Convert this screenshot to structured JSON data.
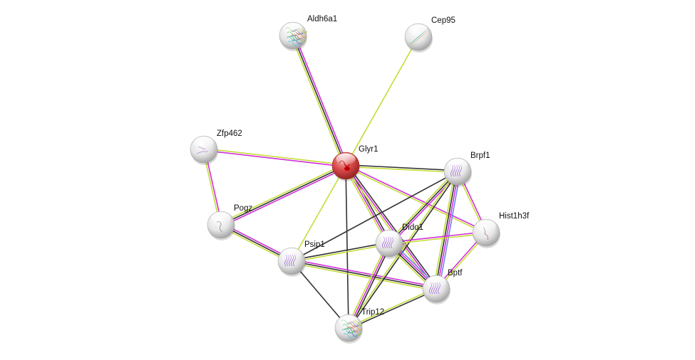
{
  "title": "Protein interaction network",
  "edge_colors": {
    "textmining": "#c6dc39",
    "coexpression": "#333333",
    "experiments": "#d22fd9",
    "databases": "#6e82f0"
  },
  "nodes": [
    {
      "id": "Aldh6a1",
      "label": "Aldh6a1",
      "color": "#e0e0e0",
      "query": false,
      "structure": "multicolor"
    },
    {
      "id": "Cep95",
      "label": "Cep95",
      "color": "#e0e0e0",
      "query": false,
      "structure": "helix-line"
    },
    {
      "id": "Zfp462",
      "label": "Zfp462",
      "color": "#e0e0e0",
      "query": false,
      "structure": "purple-line"
    },
    {
      "id": "Glyr1",
      "label": "Glyr1",
      "color": "#d43a3a",
      "query": true,
      "structure": "red"
    },
    {
      "id": "Brpf1",
      "label": "Brpf1",
      "color": "#e0e0e0",
      "query": false,
      "structure": "purple-helix"
    },
    {
      "id": "Pogz",
      "label": "Pogz",
      "color": "#e0e0e0",
      "query": false,
      "structure": "grey-line"
    },
    {
      "id": "Hist1h3f",
      "label": "Hist1h3f",
      "color": "#e0e0e0",
      "query": false,
      "structure": "brown-line"
    },
    {
      "id": "Dido1",
      "label": "Dido1",
      "color": "#e0e0e0",
      "query": false,
      "structure": "purple-fold"
    },
    {
      "id": "Psip1",
      "label": "Psip1",
      "color": "#e0e0e0",
      "query": false,
      "structure": "purple-helix"
    },
    {
      "id": "Bptf",
      "label": "Bptf",
      "color": "#e0e0e0",
      "query": false,
      "structure": "purple-helix"
    },
    {
      "id": "Trip12",
      "label": "Trip12",
      "color": "#e0e0e0",
      "query": false,
      "structure": "multicolor"
    }
  ],
  "edges": [
    {
      "source": "Glyr1",
      "target": "Aldh6a1",
      "evidence": [
        "textmining",
        "coexpression",
        "experiments"
      ]
    },
    {
      "source": "Glyr1",
      "target": "Cep95",
      "evidence": [
        "textmining"
      ]
    },
    {
      "source": "Glyr1",
      "target": "Zfp462",
      "evidence": [
        "experiments",
        "textmining"
      ]
    },
    {
      "source": "Glyr1",
      "target": "Pogz",
      "evidence": [
        "experiments",
        "coexpression",
        "textmining"
      ]
    },
    {
      "source": "Glyr1",
      "target": "Brpf1",
      "evidence": [
        "coexpression",
        "textmining"
      ]
    },
    {
      "source": "Glyr1",
      "target": "Psip1",
      "evidence": [
        "textmining"
      ]
    },
    {
      "source": "Glyr1",
      "target": "Trip12",
      "evidence": [
        "coexpression"
      ]
    },
    {
      "source": "Glyr1",
      "target": "Dido1",
      "evidence": [
        "coexpression",
        "experiments",
        "textmining"
      ]
    },
    {
      "source": "Glyr1",
      "target": "Bptf",
      "evidence": [
        "coexpression",
        "experiments",
        "textmining"
      ]
    },
    {
      "source": "Glyr1",
      "target": "Hist1h3f",
      "evidence": [
        "experiments",
        "textmining"
      ]
    },
    {
      "source": "Zfp462",
      "target": "Pogz",
      "evidence": [
        "experiments",
        "textmining"
      ]
    },
    {
      "source": "Pogz",
      "target": "Psip1",
      "evidence": [
        "experiments",
        "coexpression",
        "textmining"
      ]
    },
    {
      "source": "Psip1",
      "target": "Brpf1",
      "evidence": [
        "coexpression"
      ]
    },
    {
      "source": "Psip1",
      "target": "Dido1",
      "evidence": [
        "coexpression",
        "textmining"
      ]
    },
    {
      "source": "Psip1",
      "target": "Bptf",
      "evidence": [
        "experiments",
        "coexpression",
        "textmining"
      ]
    },
    {
      "source": "Psip1",
      "target": "Trip12",
      "evidence": [
        "coexpression"
      ]
    },
    {
      "source": "Brpf1",
      "target": "Dido1",
      "evidence": [
        "experiments",
        "coexpression",
        "textmining"
      ]
    },
    {
      "source": "Brpf1",
      "target": "Bptf",
      "evidence": [
        "databases",
        "experiments",
        "coexpression",
        "textmining"
      ]
    },
    {
      "source": "Brpf1",
      "target": "Hist1h3f",
      "evidence": [
        "experiments",
        "textmining"
      ]
    },
    {
      "source": "Brpf1",
      "target": "Trip12",
      "evidence": [
        "coexpression",
        "textmining"
      ]
    },
    {
      "source": "Dido1",
      "target": "Hist1h3f",
      "evidence": [
        "experiments",
        "textmining"
      ]
    },
    {
      "source": "Dido1",
      "target": "Bptf",
      "evidence": [
        "databases",
        "experiments",
        "coexpression",
        "textmining"
      ]
    },
    {
      "source": "Dido1",
      "target": "Trip12",
      "evidence": [
        "coexpression",
        "experiments",
        "textmining"
      ]
    },
    {
      "source": "Bptf",
      "target": "Hist1h3f",
      "evidence": [
        "experiments",
        "textmining"
      ]
    },
    {
      "source": "Bptf",
      "target": "Trip12",
      "evidence": [
        "coexpression",
        "textmining"
      ]
    }
  ]
}
